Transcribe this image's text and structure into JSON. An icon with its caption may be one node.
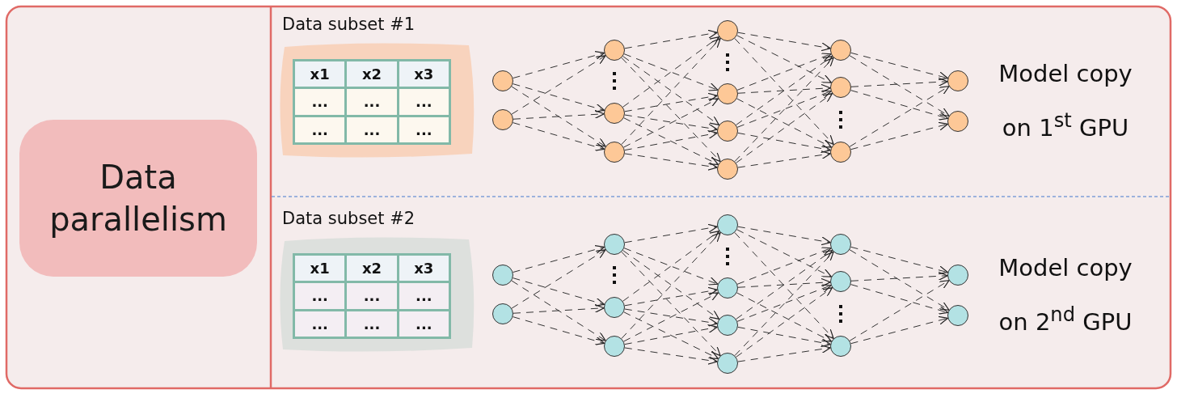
{
  "diagram": {
    "nodes": [
      {
        "text": [
          "Data parallelism"
        ]
      },
      {
        "text": [],
        "shape": "circle"
      },
      {
        "text": [],
        "shape": "circle"
      },
      {
        "text": [],
        "shape": "circle"
      },
      {
        "text": [],
        "shape": "circle"
      },
      {
        "text": [],
        "shape": "circle"
      },
      {
        "text": [],
        "shape": "circle"
      },
      {
        "text": [],
        "shape": "circle"
      },
      {
        "text": [],
        "shape": "circle"
      },
      {
        "text": [],
        "shape": "circle"
      },
      {
        "text": [],
        "shape": "circle"
      },
      {
        "text": [],
        "shape": "circle"
      },
      {
        "text": [],
        "shape": "circle"
      },
      {
        "text": [],
        "shape": "circle"
      },
      {
        "text": [],
        "shape": "circle"
      },
      {
        "text": [],
        "shape": "circle"
      },
      {
        "text": [],
        "shape": "circle"
      },
      {
        "text": [],
        "shape": "circle"
      },
      {
        "text": [],
        "shape": "circle"
      },
      {
        "text": [],
        "shape": "circle"
      },
      {
        "text": [],
        "shape": "circle"
      },
      {
        "text": [],
        "shape": "circle"
      },
      {
        "text": [],
        "shape": "circle"
      },
      {
        "text": [],
        "shape": "circle"
      },
      {
        "text": [],
        "shape": "circle"
      },
      {
        "text": [],
        "shape": "circle"
      },
      {
        "text": [],
        "shape": "circle"
      },
      {
        "text": [],
        "shape": "circle"
      },
      {
        "text": [],
        "shape": "circle"
      }
    ],
    "edges": [
      {
        "from": 1,
        "to": 3,
        "arrow": "to"
      },
      {
        "from": 1,
        "to": 4,
        "arrow": "to"
      },
      {
        "from": 1,
        "to": 5,
        "arrow": "to"
      },
      {
        "from": 2,
        "to": 3,
        "arrow": "to"
      },
      {
        "from": 2,
        "to": 4,
        "arrow": "to"
      },
      {
        "from": 2,
        "to": 5,
        "arrow": "to"
      },
      {
        "from": 3,
        "to": 6,
        "arrow": "to"
      },
      {
        "from": 3,
        "to": 7,
        "arrow": "to"
      },
      {
        "from": 3,
        "to": 8,
        "arrow": "to"
      },
      {
        "from": 3,
        "to": 9,
        "arrow": "to"
      },
      {
        "from": 4,
        "to": 6,
        "arrow": "to"
      },
      {
        "from": 4,
        "to": 7,
        "arrow": "to"
      },
      {
        "from": 4,
        "to": 8,
        "arrow": "to"
      },
      {
        "from": 4,
        "to": 9,
        "arrow": "to"
      },
      {
        "from": 5,
        "to": 6,
        "arrow": "to"
      },
      {
        "from": 5,
        "to": 7,
        "arrow": "to"
      },
      {
        "from": 5,
        "to": 8,
        "arrow": "to"
      },
      {
        "from": 5,
        "to": 9,
        "arrow": "to"
      },
      {
        "from": 6,
        "to": 10,
        "arrow": "to"
      },
      {
        "from": 6,
        "to": 11,
        "arrow": "to"
      },
      {
        "from": 6,
        "to": 12,
        "arrow": "to"
      },
      {
        "from": 7,
        "to": 10,
        "arrow": "to"
      },
      {
        "from": 7,
        "to": 11,
        "arrow": "to"
      },
      {
        "from": 7,
        "to": 12,
        "arrow": "to"
      },
      {
        "from": 8,
        "to": 10,
        "arrow": "to"
      },
      {
        "from": 8,
        "to": 11,
        "arrow": "to"
      },
      {
        "from": 8,
        "to": 12,
        "arrow": "to"
      },
      {
        "from": 9,
        "to": 10,
        "arrow": "to"
      },
      {
        "from": 9,
        "to": 11,
        "arrow": "to"
      },
      {
        "from": 9,
        "to": 12,
        "arrow": "to"
      },
      {
        "from": 10,
        "to": 13,
        "arrow": "to"
      },
      {
        "from": 10,
        "to": 14,
        "arrow": "to"
      },
      {
        "from": 11,
        "to": 13,
        "arrow": "to"
      },
      {
        "from": 11,
        "to": 14,
        "arrow": "to"
      },
      {
        "from": 12,
        "to": 13,
        "arrow": "to"
      },
      {
        "from": 12,
        "to": 14,
        "arrow": "to"
      },
      {
        "from": 15,
        "to": 17,
        "arrow": "to"
      },
      {
        "from": 15,
        "to": 18,
        "arrow": "to"
      },
      {
        "from": 15,
        "to": 19,
        "arrow": "to"
      },
      {
        "from": 16,
        "to": 17,
        "arrow": "to"
      },
      {
        "from": 16,
        "to": 18,
        "arrow": "to"
      },
      {
        "from": 16,
        "to": 19,
        "arrow": "to"
      },
      {
        "from": 17,
        "to": 20,
        "arrow": "to"
      },
      {
        "from": 17,
        "to": 21,
        "arrow": "to"
      },
      {
        "from": 17,
        "to": 22,
        "arrow": "to"
      },
      {
        "from": 17,
        "to": 23,
        "arrow": "to"
      },
      {
        "from": 18,
        "to": 20,
        "arrow": "to"
      },
      {
        "from": 18,
        "to": 21,
        "arrow": "to"
      },
      {
        "from": 18,
        "to": 22,
        "arrow": "to"
      },
      {
        "from": 18,
        "to": 23,
        "arrow": "to"
      },
      {
        "from": 19,
        "to": 20,
        "arrow": "to"
      },
      {
        "from": 19,
        "to": 21,
        "arrow": "to"
      },
      {
        "from": 19,
        "to": 22,
        "arrow": "to"
      },
      {
        "from": 19,
        "to": 23,
        "arrow": "to"
      },
      {
        "from": 20,
        "to": 24,
        "arrow": "to"
      },
      {
        "from": 20,
        "to": 25,
        "arrow": "to"
      },
      {
        "from": 20,
        "to": 26,
        "arrow": "to"
      },
      {
        "from": 21,
        "to": 24,
        "arrow": "to"
      },
      {
        "from": 21,
        "to": 25,
        "arrow": "to"
      },
      {
        "from": 21,
        "to": 26,
        "arrow": "to"
      },
      {
        "from": 22,
        "to": 24,
        "arrow": "to"
      },
      {
        "from": 22,
        "to": 25,
        "arrow": "to"
      },
      {
        "from": 22,
        "to": 26,
        "arrow": "to"
      },
      {
        "from": 23,
        "to": 24,
        "arrow": "to"
      },
      {
        "from": 23,
        "to": 25,
        "arrow": "to"
      },
      {
        "from": 23,
        "to": 26,
        "arrow": "to"
      },
      {
        "from": 24,
        "to": 27,
        "arrow": "to"
      },
      {
        "from": 24,
        "to": 28,
        "arrow": "to"
      },
      {
        "from": 25,
        "to": 27,
        "arrow": "to"
      },
      {
        "from": 25,
        "to": 28,
        "arrow": "to"
      },
      {
        "from": 26,
        "to": 27,
        "arrow": "to"
      },
      {
        "from": 26,
        "to": 28,
        "arrow": "to"
      }
    ],
    "labels": [
      "Data subset #1",
      "x1",
      "x2",
      "x3",
      "...",
      "...",
      "...",
      "...",
      "...",
      "...",
      "Model copy on 1$^{st}$ GPU",
      "Data subset #2",
      "x1",
      "x2",
      "x3",
      "...",
      "...",
      "...",
      "...",
      "...",
      "...",
      "Model copy on 2$^{nd}$ GPU"
    ]
  }
}
